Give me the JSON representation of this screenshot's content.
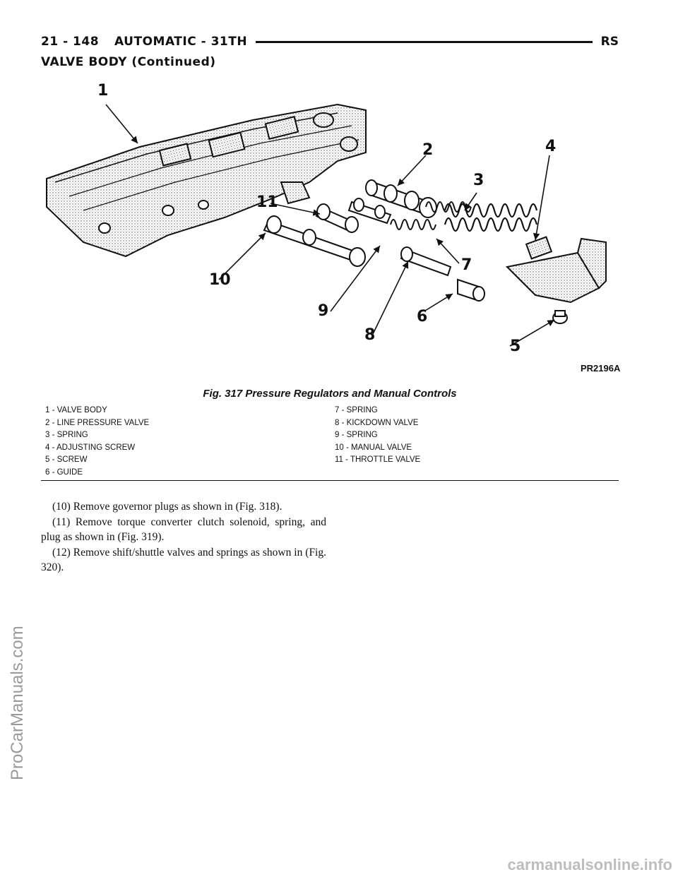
{
  "header": {
    "page": "21 - 148",
    "section": "AUTOMATIC - 31TH",
    "code": "RS"
  },
  "subtitle": "VALVE BODY (Continued)",
  "figure": {
    "code": "PR2196A",
    "callouts": [
      "1",
      "2",
      "3",
      "4",
      "5",
      "6",
      "7",
      "8",
      "9",
      "10",
      "11"
    ],
    "caption": "Fig. 317 Pressure Regulators and Manual Controls"
  },
  "legend": {
    "left": [
      "1 - VALVE BODY",
      "2 - LINE PRESSURE VALVE",
      "3 - SPRING",
      "4 - ADJUSTING SCREW",
      "5 - SCREW",
      "6 - GUIDE"
    ],
    "right": [
      "7 - SPRING",
      "8 - KICKDOWN VALVE",
      "9 - SPRING",
      "10 - MANUAL VALVE",
      "11 - THROTTLE VALVE"
    ]
  },
  "body": [
    "(10) Remove governor plugs as shown in (Fig. 318).",
    "(11) Remove torque converter clutch solenoid, spring, and plug as shown in (Fig. 319).",
    "(12) Remove shift/shuttle valves and springs as shown in (Fig. 320)."
  ],
  "watermarks": {
    "side": "ProCarManuals.com",
    "bottom": "carmanualsonline.info"
  }
}
